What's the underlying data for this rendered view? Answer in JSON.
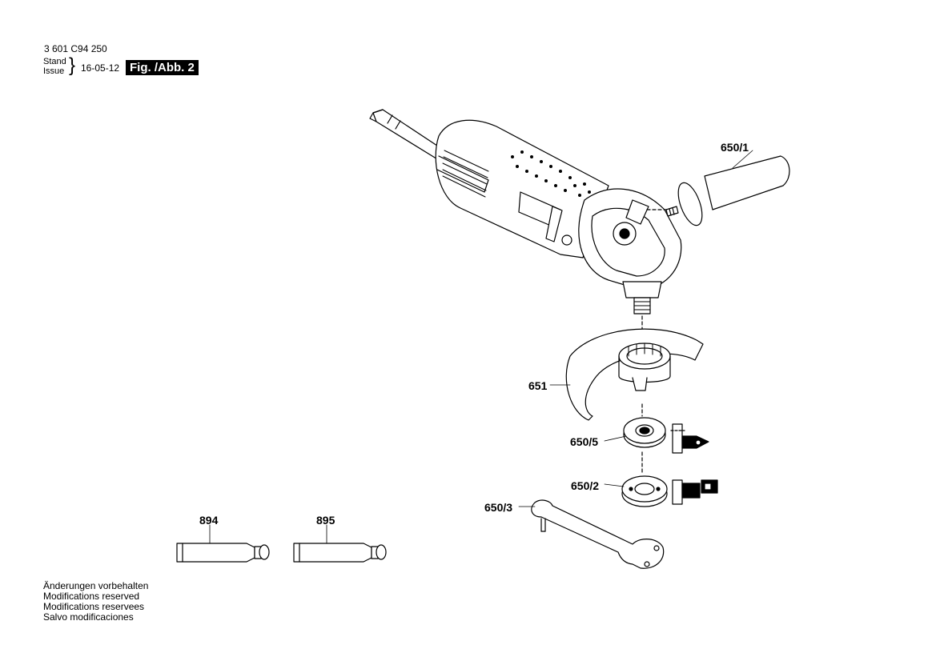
{
  "header": {
    "part_number": "3 601 C94 250",
    "stand_label": "Stand",
    "issue_label": "Issue",
    "date": "16-05-12",
    "figure_label": "Fig. /Abb. 2"
  },
  "callouts": {
    "c650_1": "650/1",
    "c651": "651",
    "c650_5": "650/5",
    "c650_2": "650/2",
    "c650_3": "650/3",
    "c894": "894",
    "c895": "895"
  },
  "footer": {
    "line1": "Änderungen vorbehalten",
    "line2": "Modifications reserved",
    "line3": "Modifications reservees",
    "line4": "Salvo modificaciones"
  }
}
